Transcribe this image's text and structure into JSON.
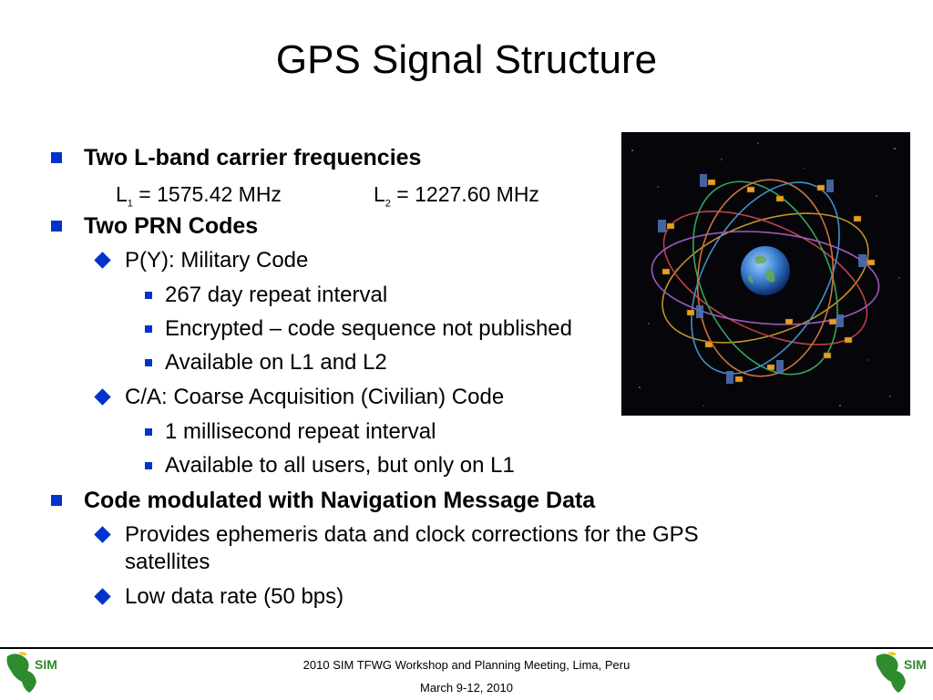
{
  "title": "GPS Signal Structure",
  "bullets": {
    "b1": "Two L-band carrier frequencies",
    "freq": {
      "l1_sym": "L",
      "l1_sub": "1",
      "l1_val": " = 1575.42 MHz",
      "l2_sym": "L",
      "l2_sub": "2",
      "l2_val": " = 1227.60 MHz"
    },
    "b2": "Two PRN Codes",
    "b2_1": "P(Y): Military Code",
    "b2_1_a": "267 day repeat interval",
    "b2_1_b": "Encrypted – code sequence not published",
    "b2_1_c": "Available on L1 and L2",
    "b2_2": "C/A: Coarse Acquisition (Civilian) Code",
    "b2_2_a": "1 millisecond repeat interval",
    "b2_2_b": "Available to all users, but only on L1",
    "b3": "Code modulated with Navigation Message Data",
    "b3_1_line1": "Provides ephemeris data and clock corrections for the GPS",
    "b3_1_line2": "satellites",
    "b3_2": "Low data rate (50 bps)"
  },
  "footer": {
    "line1": "2010 SIM TFWG Workshop and Planning Meeting, Lima, Peru",
    "line2": "March 9-12, 2010"
  },
  "logo": {
    "text": "SIM",
    "color": "#2e8b2e",
    "accent": "#f0c419"
  },
  "colors": {
    "bullet": "#0033cc",
    "background": "#ffffff"
  }
}
